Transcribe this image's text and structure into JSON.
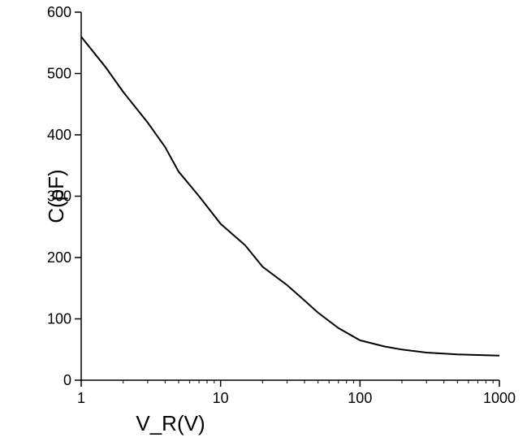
{
  "chart_data": {
    "type": "line",
    "xlabel": "V_R(V)",
    "ylabel": "C(pF)",
    "x_scale": "log",
    "xlim": [
      1,
      1000
    ],
    "ylim": [
      0,
      600
    ],
    "grid": false,
    "x_ticks": [
      {
        "value": 1,
        "label": "1"
      },
      {
        "value": 10,
        "label": "10"
      },
      {
        "value": 100,
        "label": "100"
      },
      {
        "value": 1000,
        "label": "1000"
      }
    ],
    "y_ticks": [
      {
        "value": 0,
        "label": "0"
      },
      {
        "value": 100,
        "label": "100"
      },
      {
        "value": 200,
        "label": "200"
      },
      {
        "value": 300,
        "label": "300"
      },
      {
        "value": 400,
        "label": "400"
      },
      {
        "value": 500,
        "label": "500"
      },
      {
        "value": 600,
        "label": "600"
      }
    ],
    "series": [
      {
        "color": "#000000",
        "x": [
          1,
          1.5,
          2,
          3,
          4,
          5,
          7,
          10,
          15,
          20,
          30,
          40,
          50,
          70,
          100,
          150,
          200,
          300,
          500,
          700,
          1000
        ],
        "y": [
          560,
          510,
          470,
          420,
          380,
          340,
          300,
          255,
          220,
          185,
          155,
          130,
          110,
          85,
          65,
          55,
          50,
          45,
          42,
          41,
          40
        ]
      }
    ]
  }
}
